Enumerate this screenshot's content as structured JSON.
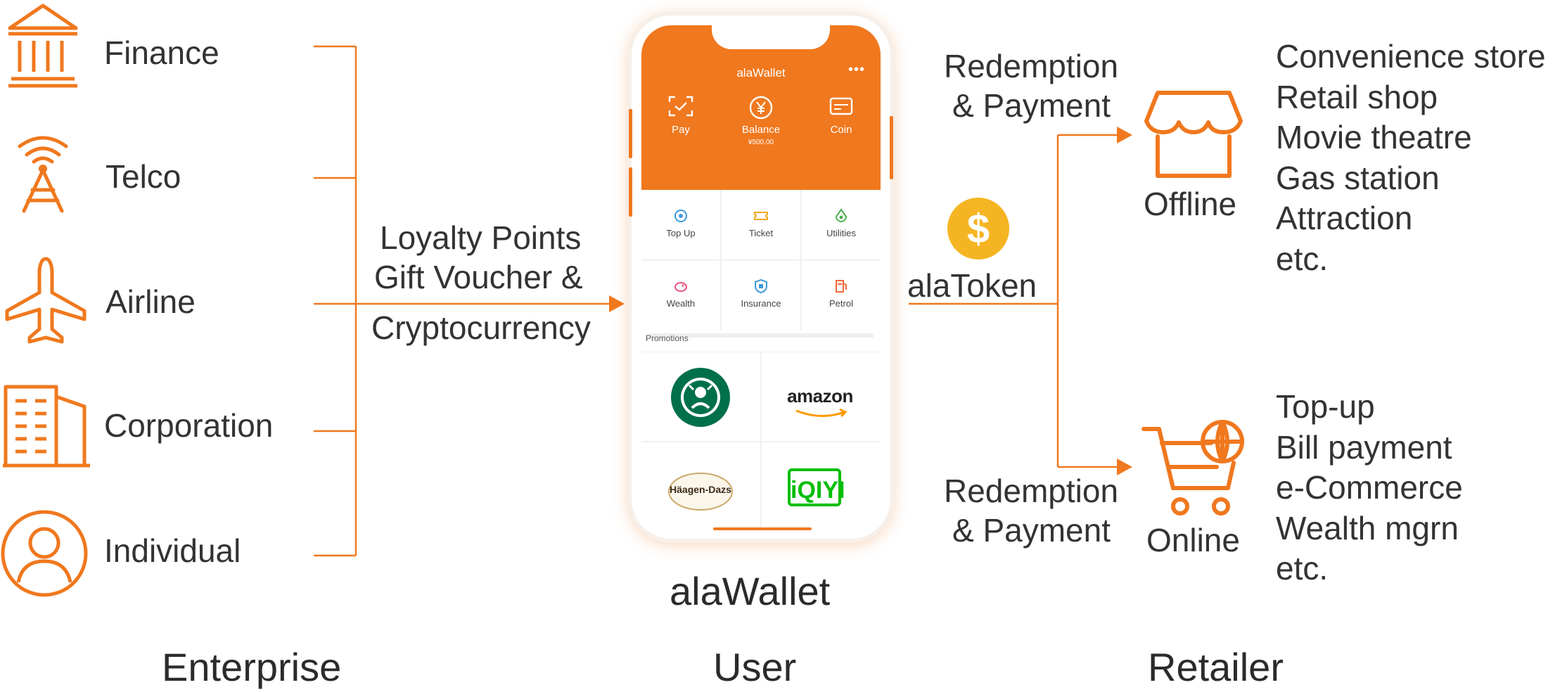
{
  "enterprise": {
    "items": [
      {
        "label": "Finance",
        "icon": "bank-icon"
      },
      {
        "label": "Telco",
        "icon": "tower-icon"
      },
      {
        "label": "Airline",
        "icon": "airplane-icon"
      },
      {
        "label": "Corporation",
        "icon": "building-icon"
      },
      {
        "label": "Individual",
        "icon": "person-icon"
      }
    ],
    "section_label": "Enterprise"
  },
  "flow_left": {
    "line1": "Loyalty Points",
    "line2": "Gift Voucher &",
    "line3": "Cryptocurrency"
  },
  "wallet": {
    "app_title": "alaWallet",
    "more": "•••",
    "actions": [
      {
        "label": "Pay",
        "sub": ""
      },
      {
        "label": "Balance",
        "sub": "¥500.00"
      },
      {
        "label": "Coin",
        "sub": ""
      }
    ],
    "services": [
      "Top Up",
      "Ticket",
      "Utilities",
      "Wealth",
      "Insurance",
      "Petrol"
    ],
    "promotions_label": "Promotions",
    "brands": [
      "amazon",
      "Häagen-Dazs",
      "iQIYI"
    ],
    "caption": "alaWallet",
    "section_label": "User"
  },
  "token": {
    "symbol": "$",
    "label": "alaToken"
  },
  "retailer": {
    "top_flow": {
      "line1": "Redemption",
      "line2": "& Payment"
    },
    "bottom_flow": {
      "line1": "Redemption",
      "line2": "& Payment"
    },
    "offline": {
      "label": "Offline",
      "list": [
        "Convenience store",
        "Retail shop",
        "Movie theatre",
        "Gas station",
        "Attraction",
        "etc."
      ]
    },
    "online": {
      "label": "Online",
      "list": [
        "Top-up",
        "Bill payment",
        "e-Commerce",
        "Wealth mgrn",
        "etc."
      ]
    },
    "section_label": "Retailer"
  },
  "colors": {
    "accent": "#f0781e",
    "token": "#f5b523",
    "text": "#333333"
  }
}
